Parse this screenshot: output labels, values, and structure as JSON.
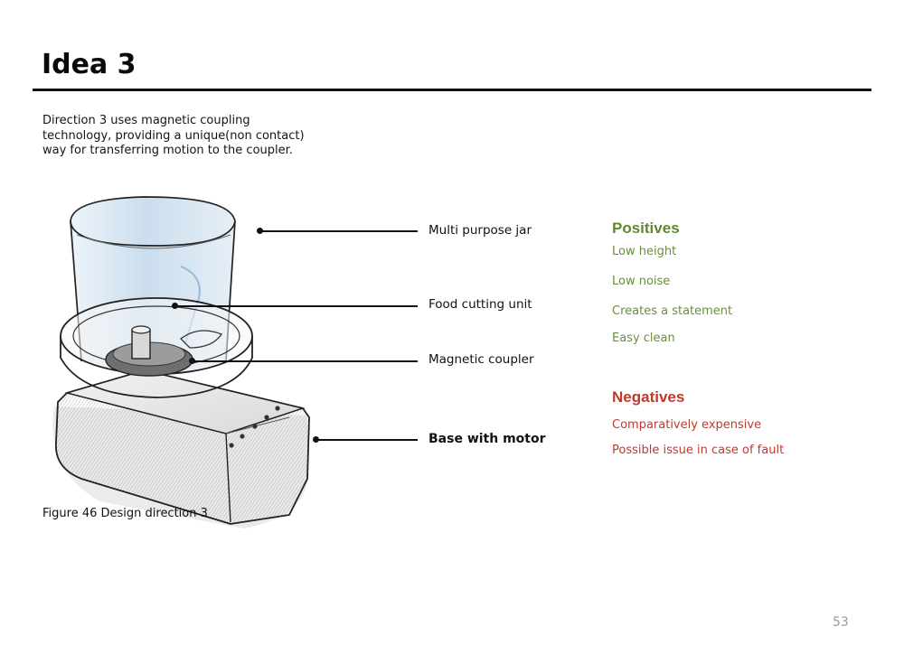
{
  "page": {
    "title": "Idea 3",
    "intro_lines": [
      "Direction 3 uses magnetic coupling",
      "technology, providing a unique(non contact)",
      "way for transferring motion to the coupler."
    ],
    "figure_caption": "Figure 46 Design direction 3",
    "page_number": "53"
  },
  "callouts": [
    {
      "label": "Multi purpose jar"
    },
    {
      "label": "Food cutting unit"
    },
    {
      "label": "Magnetic coupler"
    },
    {
      "label": "Base with motor"
    }
  ],
  "positives": {
    "heading": "Positives",
    "items": [
      "Low height",
      "Low noise",
      "Creates a statement",
      "Easy clean"
    ]
  },
  "negatives": {
    "heading": "Negatives",
    "items": [
      "Comparatively expensive",
      "Possible issue in case of fault"
    ]
  },
  "colors": {
    "positive": "#5e8a2e",
    "negative": "#c0392b",
    "jar_tint": "#b9d3e8",
    "base_shade": "#8d8d8d"
  }
}
